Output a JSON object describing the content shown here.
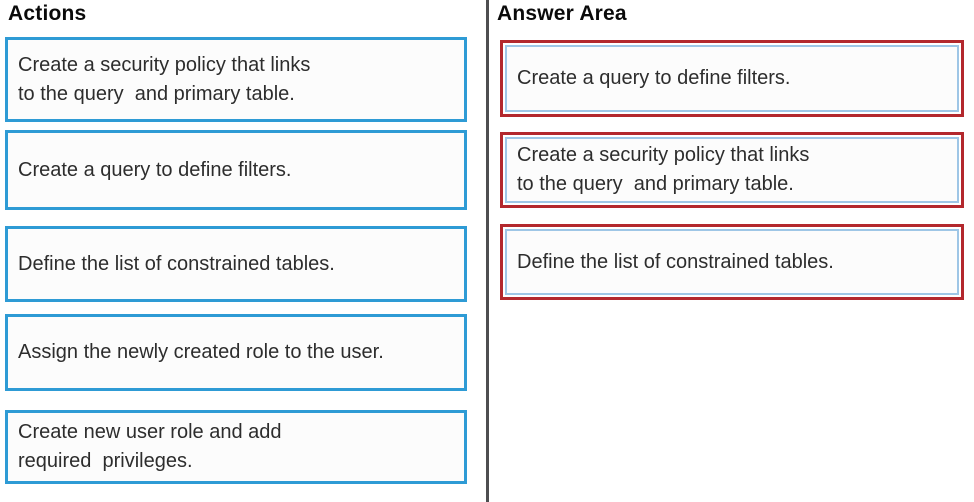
{
  "actions": {
    "title": "Actions",
    "items": [
      {
        "label": "Create a security policy that links\nto the query  and primary table."
      },
      {
        "label": "Create a query to define filters."
      },
      {
        "label": "Define the list of constrained tables."
      },
      {
        "label": "Assign the newly created role to the user."
      },
      {
        "label": "Create new user role and add\nrequired  privileges."
      }
    ]
  },
  "answer_area": {
    "title": "Answer Area",
    "items": [
      {
        "label": "Create a query to define filters."
      },
      {
        "label": "Create a security policy that links\nto the query  and primary table."
      },
      {
        "label": "Define the list of constrained tables."
      }
    ]
  },
  "colors": {
    "action_border": "#2e9bd5",
    "answer_border_outer": "#b3282d",
    "answer_border_inner": "#9ec6e6",
    "divider": "#4e4e50",
    "text": "#2d2d2d"
  }
}
